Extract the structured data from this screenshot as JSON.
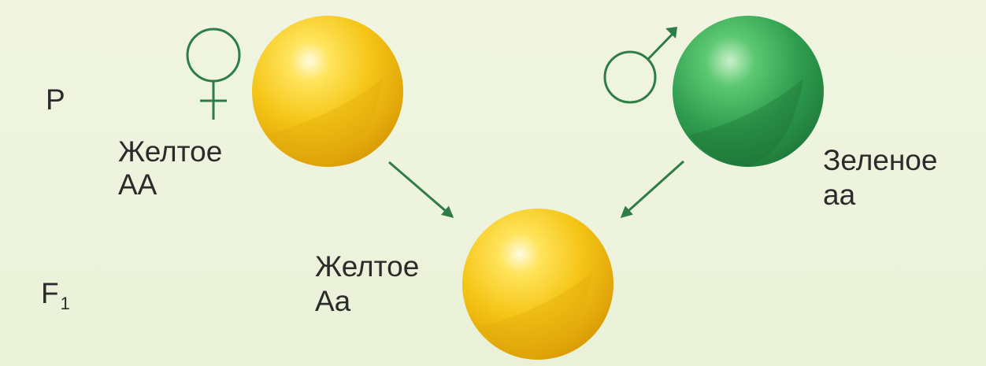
{
  "generations": {
    "parent": {
      "label": "P"
    },
    "offspring": {
      "label": "F",
      "subscript": "1"
    }
  },
  "parents": {
    "female": {
      "symbol_icon": "female-symbol-icon",
      "phenotype": "Желтое",
      "genotype": "AA",
      "color": "#f2c318"
    },
    "male": {
      "symbol_icon": "male-symbol-icon",
      "phenotype": "Зеленое",
      "genotype": "aa",
      "color": "#2fa152"
    }
  },
  "offspring": {
    "phenotype": "Желтое",
    "genotype": "Aa",
    "color": "#f2c318"
  },
  "colors": {
    "symbol_stroke": "#2e7d46",
    "arrow": "#2e7d46",
    "background": "#eef3dd"
  }
}
